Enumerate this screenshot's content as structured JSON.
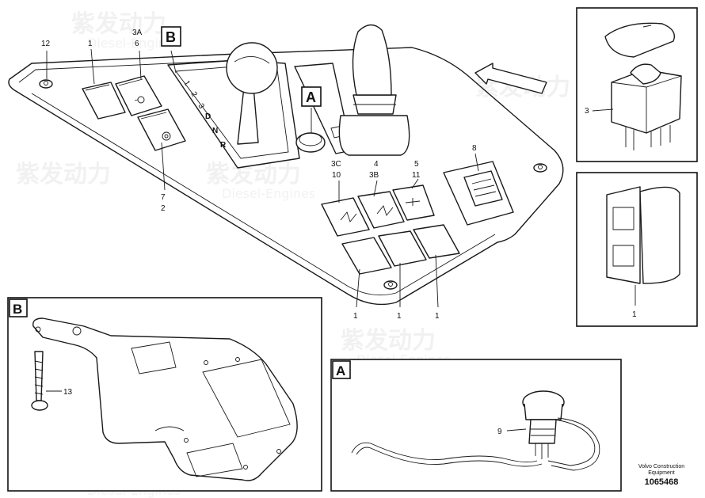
{
  "callouts": {
    "c12": "12",
    "c1_top": "1",
    "c3A": "3A",
    "c6": "6",
    "c7": "7",
    "c2": "2",
    "c3C": "3C",
    "c10": "10",
    "c4": "4",
    "c3B": "3B",
    "c5": "5",
    "c11": "11",
    "c8": "8",
    "c1a": "1",
    "c1b": "1",
    "c1c": "1",
    "c3_right": "3",
    "c1_right": "1",
    "c13": "13",
    "c9": "9"
  },
  "frames": {
    "A": "A",
    "B": "B"
  },
  "gear_marks": [
    "1",
    "2",
    "3",
    "D",
    "N",
    "R"
  ],
  "footer": {
    "brand_line1": "Volvo Construction",
    "brand_line2": "Equipment",
    "number": "1065468"
  },
  "watermark": {
    "brand_cn": "紫发动力",
    "brand_en": "Diesel-Engines"
  }
}
